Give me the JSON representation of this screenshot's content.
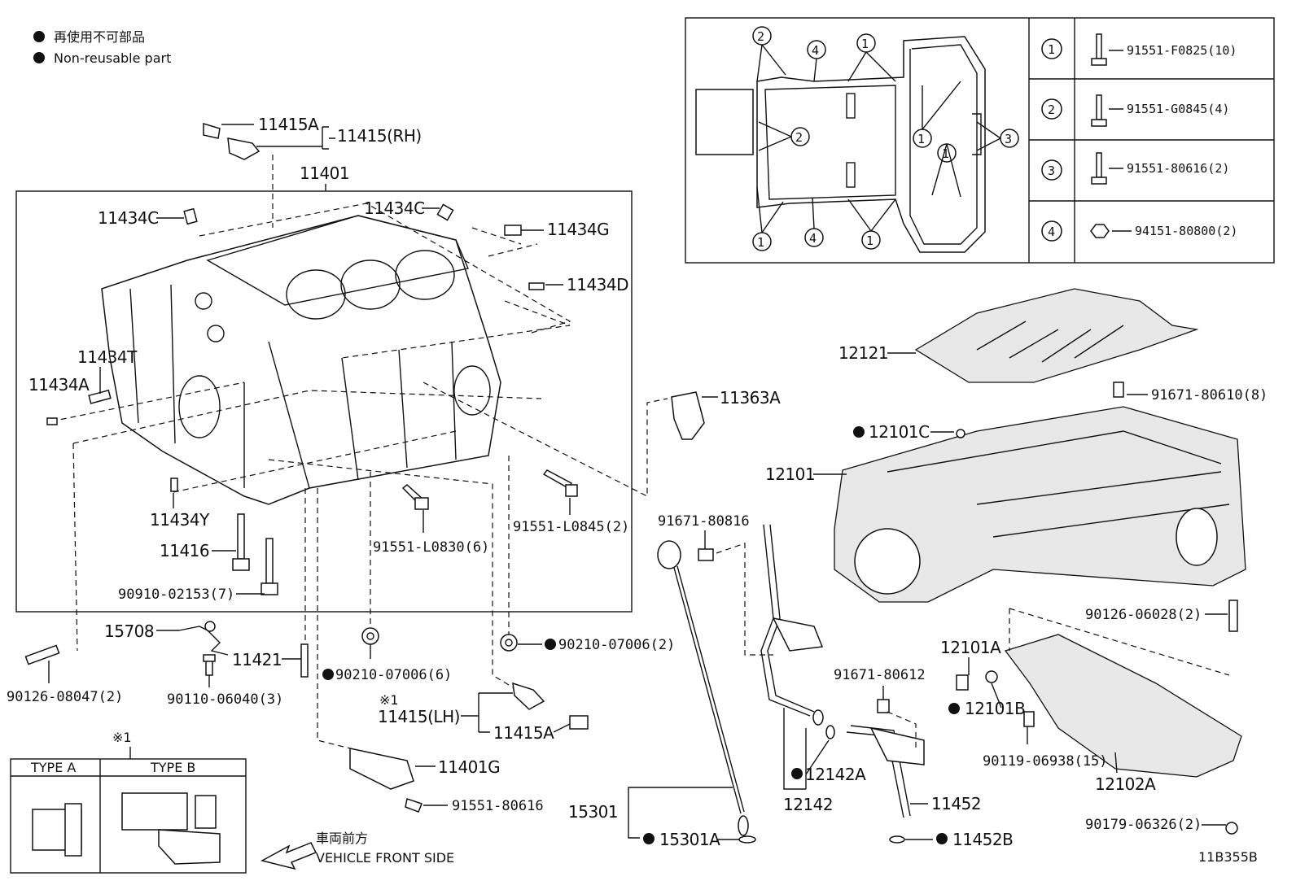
{
  "legend": {
    "jp": "再使用不可部品",
    "en": "Non-reusable part"
  },
  "labels": {
    "p11415A_top": "11415A",
    "p11415RH": "11415(RH)",
    "p11401": "11401",
    "p11434C_a": "11434C",
    "p11434C_b": "11434C",
    "p11434G": "11434G",
    "p11434D": "11434D",
    "p11434T": "11434T",
    "p11434A": "11434A",
    "p11434Y": "11434Y",
    "p11416": "11416",
    "p90910": "90910-02153(7)",
    "p91551L0830": "91551-L0830(6)",
    "p91551L0845": "91551-L0845(2)",
    "p15708": "15708",
    "p11421": "11421",
    "p90126_08047": "90126-08047(2)",
    "p90110": "90110-06040(3)",
    "p90210a": "90210-07006(6)",
    "p90210b": "90210-07006(2)",
    "p11415LH_mark": "※1",
    "p11415LH": "11415(LH)",
    "p11415A_bot": "11415A",
    "p11401G": "11401G",
    "p91551_80616": "91551-80616",
    "p11363A": "11363A",
    "p91671_80816": "91671-80816",
    "p15301": "15301",
    "p15301A": "15301A",
    "p12142": "12142",
    "p12142A": "12142A",
    "p91671_80612": "91671-80612",
    "p11452": "11452",
    "p11452B": "11452B",
    "p12121": "12121",
    "p91671_80610": "91671-80610(8)",
    "p12101C": "12101C",
    "p12101": "12101",
    "p90126_06028": "90126-06028(2)",
    "p12101A": "12101A",
    "p12101B": "12101B",
    "p90119": "90119-06938(15)",
    "p12102A": "12102A",
    "p90179": "90179-06326(2)"
  },
  "type_box": {
    "mark": "※1",
    "type_a": "TYPE A",
    "type_b": "TYPE B"
  },
  "front": {
    "jp": "車両前方",
    "en": "VEHICLE FRONT SIDE"
  },
  "fig_id": "11B355B",
  "bolt_table": {
    "rows": [
      {
        "n": "1",
        "part": "91551-F0825(10)"
      },
      {
        "n": "2",
        "part": "91551-G0845(4)"
      },
      {
        "n": "3",
        "part": "91551-80616(2)"
      },
      {
        "n": "4",
        "part": "94151-80800(2)"
      }
    ]
  },
  "inset": {
    "c1": "1",
    "c2": "2",
    "c3": "3",
    "c4": "4"
  }
}
